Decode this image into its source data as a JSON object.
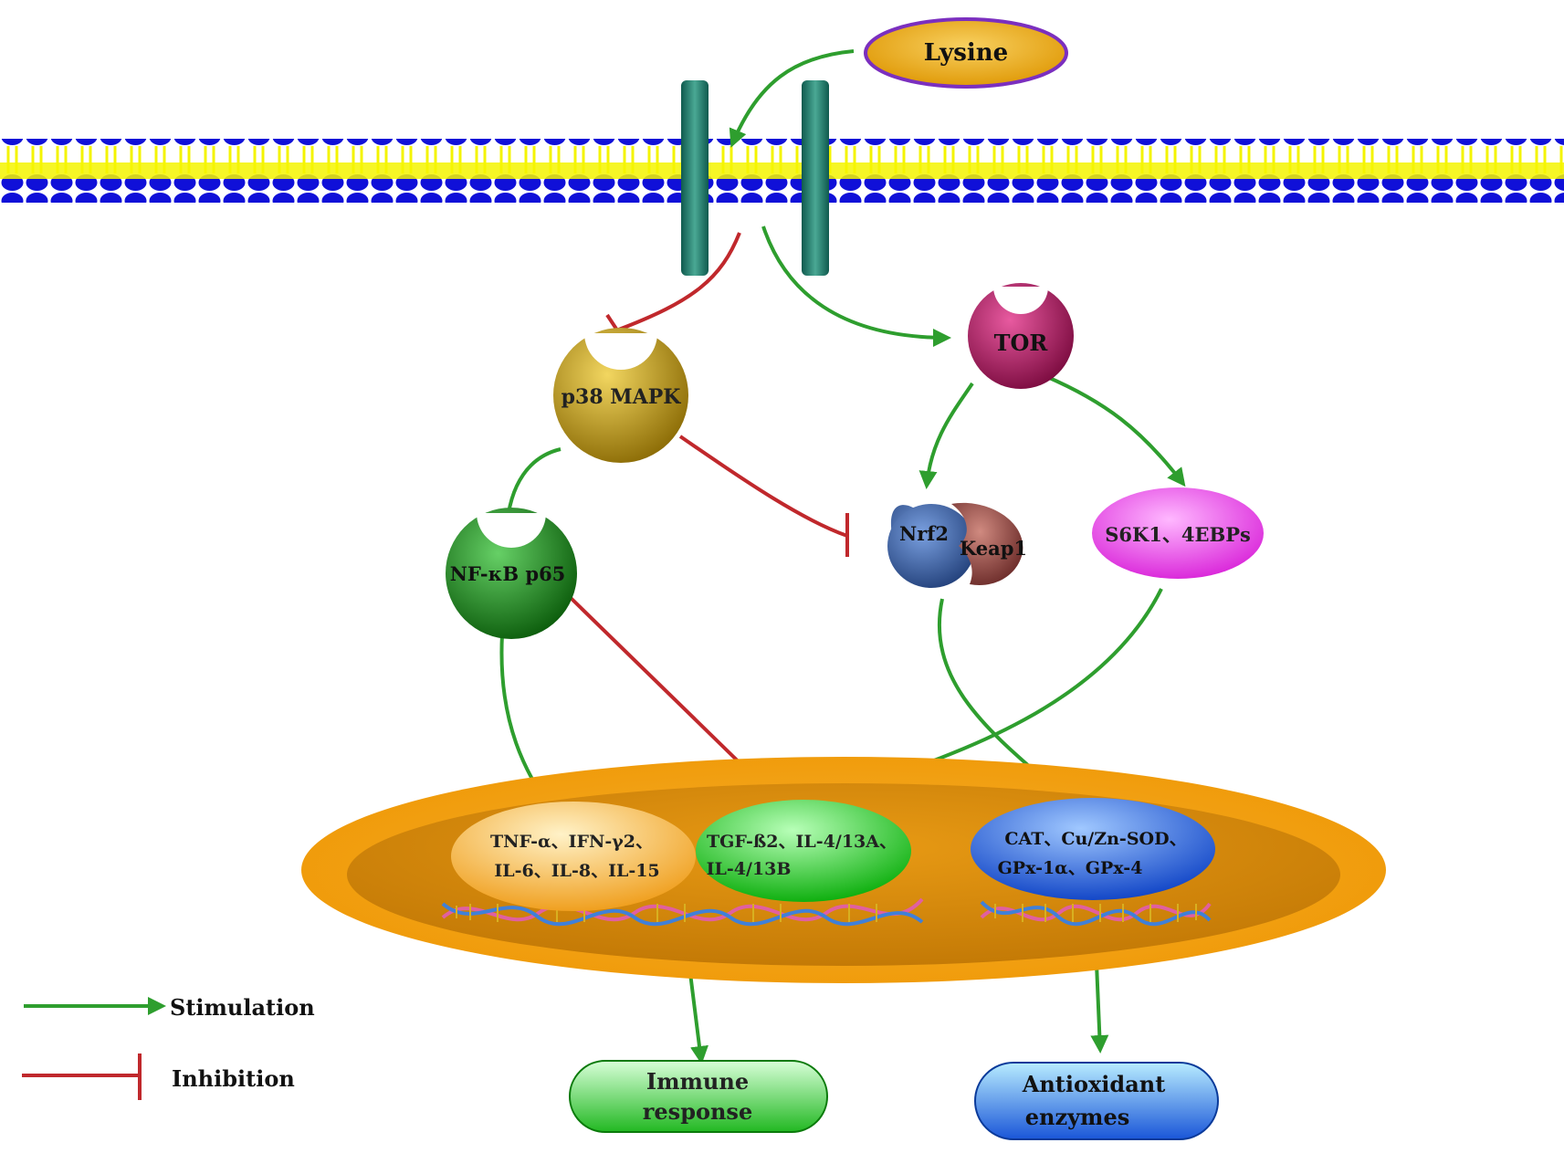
{
  "nodes": {
    "lysine": "Lysine",
    "p38": "p38 MAPK",
    "tor": "TOR",
    "nfkb": "NF-κB p65",
    "nrf2": "Nrf2",
    "keap1": "Keap1",
    "s6k1": "S6K1、4EBPs",
    "cyto_line1": "TNF-α、IFN-γ2、",
    "cyto_line2": "IL-6、IL-8、IL-15",
    "tgf_line1": "TGF-ß2、IL-4/13A、",
    "tgf_line2": "IL-4/13B",
    "anti_line1": "CAT、Cu/Zn-SOD、",
    "anti_line2": "GPx-1α、GPx-4",
    "immune_line1": "Immune",
    "immune_line2": "response",
    "enzymes_line1": "Antioxidant",
    "enzymes_line2": "enzymes"
  },
  "legend": {
    "stimulation": "Stimulation",
    "inhibition": "Inhibition"
  },
  "colors": {
    "stimulation": "#2e9e2e",
    "inhibition": "#c0282c",
    "membrane_head": "#1010d8",
    "membrane_tail": "#f4f400",
    "channel": "#1f7f6e",
    "lysine_fill": "#e8a80c",
    "lysine_border": "#7b2fbf",
    "p38": "#b8920e",
    "tor": "#b0125c",
    "nfkb": "#1a8a1a",
    "nrf2": "#3f63a8",
    "keap1": "#9a4a44",
    "s6k1": "#ee44ee",
    "nucleus_outer": "#f0a010",
    "nucleus_inner": "#d88a0c",
    "cytokines": "#f4b040",
    "tgf": "#22c522",
    "antioxidant_genes": "#2060e0",
    "immune_box": "#33cc33",
    "enzymes_box": "#2a6ee8"
  }
}
